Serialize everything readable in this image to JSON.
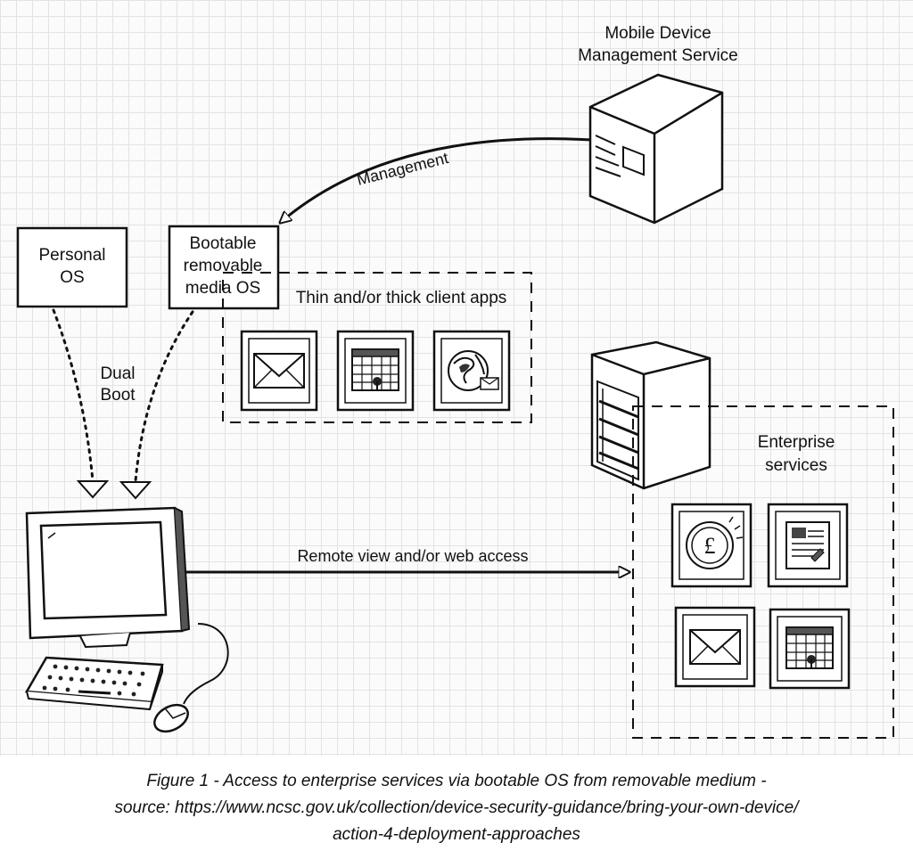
{
  "nodes": {
    "mdm": {
      "line1": "Mobile Device",
      "line2": "Management Service"
    },
    "personal_os": {
      "line1": "Personal",
      "line2": "OS"
    },
    "bootable_os": {
      "line1": "Bootable",
      "line2": "removable",
      "line3": "media OS"
    },
    "client_apps": {
      "label": "Thin and/or thick client apps"
    },
    "enterprise": {
      "line1": "Enterprise",
      "line2": "services"
    }
  },
  "edges": {
    "management": "Management",
    "dual_boot": {
      "line1": "Dual",
      "line2": "Boot"
    },
    "remote": "Remote view and/or web access"
  },
  "icons": {
    "client_apps": [
      "mail-icon",
      "calendar-icon",
      "globe-mail-icon"
    ],
    "enterprise": [
      "pound-coin-icon",
      "document-icon",
      "mail-icon",
      "calendar-icon"
    ]
  },
  "caption": {
    "line1": "Figure 1 - Access to enterprise services via bootable OS from removable medium  -",
    "line2": "source: https://www.ncsc.gov.uk/collection/device-security-guidance/bring-your-own-device/",
    "line3": "action-4-deployment-approaches"
  }
}
